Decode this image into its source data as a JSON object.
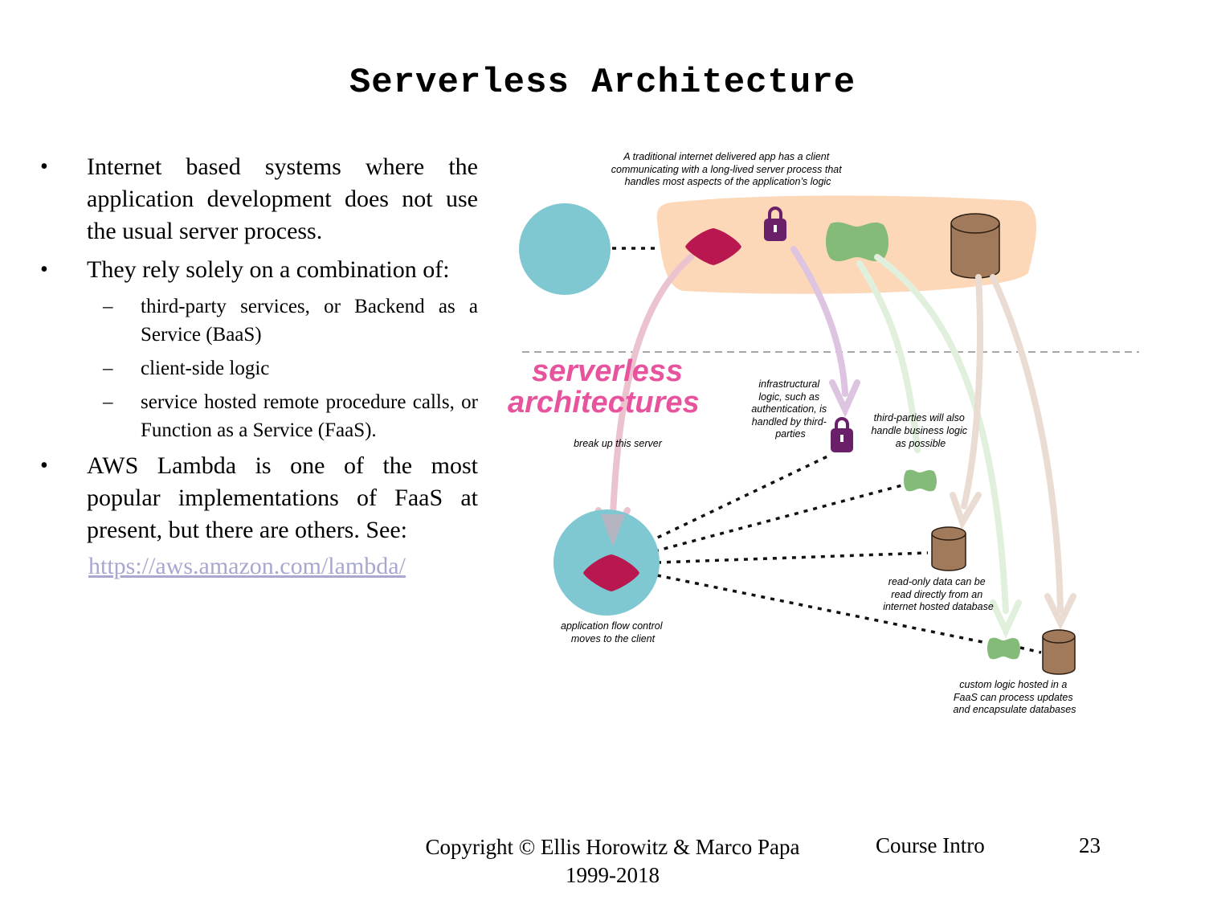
{
  "slide": {
    "title": "Serverless Architecture",
    "bullets": [
      {
        "text": "Internet based systems where the application development does not use the usual server process."
      },
      {
        "text": "They rely solely on a combination of:"
      },
      {
        "text": "AWS Lambda is one of the most popular implementations of FaaS at present, but there are others. See:"
      }
    ],
    "sub_bullets": [
      "third-party services, or Backend as a Service (BaaS)",
      "client-side logic",
      "service hosted remote procedure calls, or Function as a Service (FaaS)."
    ],
    "link_text": "https://aws.amazon.com/lambda/",
    "bullet_marker": "•",
    "dash_marker": "–"
  },
  "diagram": {
    "top_note": [
      "A traditional internet delivered app has a client",
      "communicating with a long-lived server process that",
      "handles most aspects of the application’s logic"
    ],
    "heading": [
      "serverless",
      "architectures"
    ],
    "break_note": "break up this server",
    "infra_note": [
      "infrastructural",
      "logic, such as",
      "authentication, is",
      "handled by third-",
      "parties"
    ],
    "third_party_note": [
      "third-parties will also",
      "handle business logic",
      "as possible"
    ],
    "readonly_note": [
      "read-only data can be",
      "read directly from an",
      "internet hosted database"
    ],
    "flow_note": [
      "application flow control",
      "moves to the client"
    ],
    "faas_note": [
      "custom logic hosted in a",
      "FaaS can process updates",
      "and encapsulate databases"
    ],
    "colors": {
      "client": "#7fc8d1",
      "server_band": "#fcd8b8",
      "logic": "#b8174f",
      "lock": "#6a2068",
      "green": "#84bb79",
      "db": "#a07a5a",
      "heading": "#e8539d"
    }
  },
  "footer": {
    "copyright": [
      "Copyright  © Ellis Horowitz & Marco Papa",
      "1999-2018"
    ],
    "course": "Course  Intro",
    "page": "23"
  }
}
